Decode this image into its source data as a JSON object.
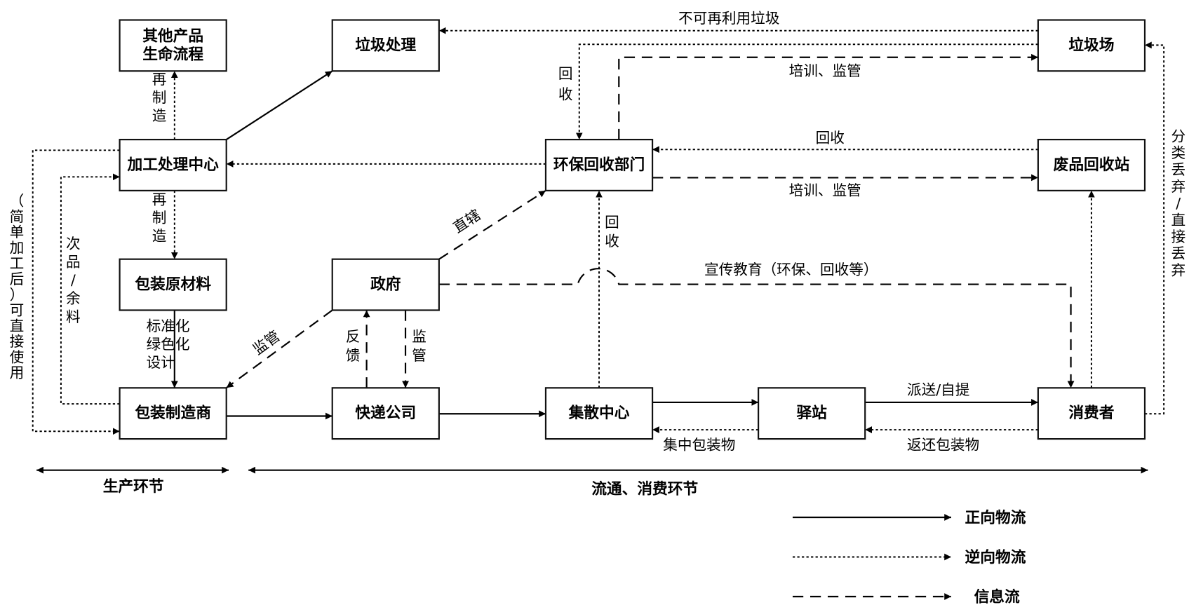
{
  "nodes": {
    "other_lifecycle": {
      "label": "其他产品\n生命流程"
    },
    "waste_processing": {
      "label": "垃圾处理"
    },
    "processing_center": {
      "label": "加工处理中心"
    },
    "packaging_raw": {
      "label": "包装原材料"
    },
    "packaging_maker": {
      "label": "包装制造商"
    },
    "government": {
      "label": "政府"
    },
    "express_company": {
      "label": "快递公司"
    },
    "distribution_center": {
      "label": "集散中心"
    },
    "station": {
      "label": "驿站"
    },
    "consumer": {
      "label": "消费者"
    },
    "eco_recycling_dept": {
      "label": "环保回收部门"
    },
    "landfill": {
      "label": "垃圾场"
    },
    "recycling_station": {
      "label": "废品回收站"
    }
  },
  "edges": [
    {
      "id": "proc-to-other",
      "type": "reverse",
      "label": "再\n制\n造"
    },
    {
      "id": "proc-to-waste",
      "type": "forward",
      "label": ""
    },
    {
      "id": "proc-to-raw",
      "type": "reverse",
      "label": "再\n制\n造"
    },
    {
      "id": "raw-to-maker",
      "type": "forward",
      "label": "标准化\n绿色化\n设计"
    },
    {
      "id": "maker-to-proc",
      "type": "reverse",
      "label": "次\n品\n/\n余\n料"
    },
    {
      "id": "proc-to-maker-direct",
      "type": "reverse",
      "label": "（\n简\n单\n加\n工\n后\n）\n可\n直\n接\n使\n用"
    },
    {
      "id": "maker-to-express",
      "type": "forward",
      "label": ""
    },
    {
      "id": "gov-to-maker",
      "type": "info",
      "label": "监管"
    },
    {
      "id": "gov-to-dept",
      "type": "info",
      "label": "直辖"
    },
    {
      "id": "express-to-gov",
      "type": "info",
      "label": "反\n馈"
    },
    {
      "id": "gov-to-express",
      "type": "info",
      "label": "监\n管"
    },
    {
      "id": "gov-to-consumer",
      "type": "info",
      "label": "宣传教育（环保、回收等）"
    },
    {
      "id": "express-to-distrib",
      "type": "forward",
      "label": ""
    },
    {
      "id": "distrib-to-station",
      "type": "forward",
      "label": ""
    },
    {
      "id": "station-to-distrib",
      "type": "reverse",
      "label": "集中包装物"
    },
    {
      "id": "station-to-consumer",
      "type": "forward",
      "label": "派送/自提"
    },
    {
      "id": "consumer-to-station",
      "type": "reverse",
      "label": "返还包装物"
    },
    {
      "id": "distrib-to-dept",
      "type": "reverse",
      "label": "回\n收"
    },
    {
      "id": "dept-to-proc",
      "type": "reverse",
      "label": ""
    },
    {
      "id": "landfill-to-waste",
      "type": "reverse",
      "label": "不可再利用垃圾"
    },
    {
      "id": "landfill-to-dept",
      "type": "reverse",
      "label": "回\n收"
    },
    {
      "id": "dept-to-landfill",
      "type": "info",
      "label": "培训、监管"
    },
    {
      "id": "recstation-to-dept",
      "type": "reverse",
      "label": "回收"
    },
    {
      "id": "dept-to-recstation",
      "type": "info",
      "label": "培训、监管"
    },
    {
      "id": "consumer-to-recstation",
      "type": "reverse",
      "label": ""
    },
    {
      "id": "consumer-to-landfill",
      "type": "reverse",
      "label": "分\n类\n丢\n弃\n/\n直\n接\n丢\n弃"
    }
  ],
  "sections": {
    "production": "生产环节",
    "circulation": "流通、消费环节"
  },
  "legend": [
    {
      "type": "forward",
      "label": "正向物流"
    },
    {
      "type": "reverse",
      "label": "逆向物流"
    },
    {
      "type": "info",
      "label": "信息流"
    }
  ]
}
